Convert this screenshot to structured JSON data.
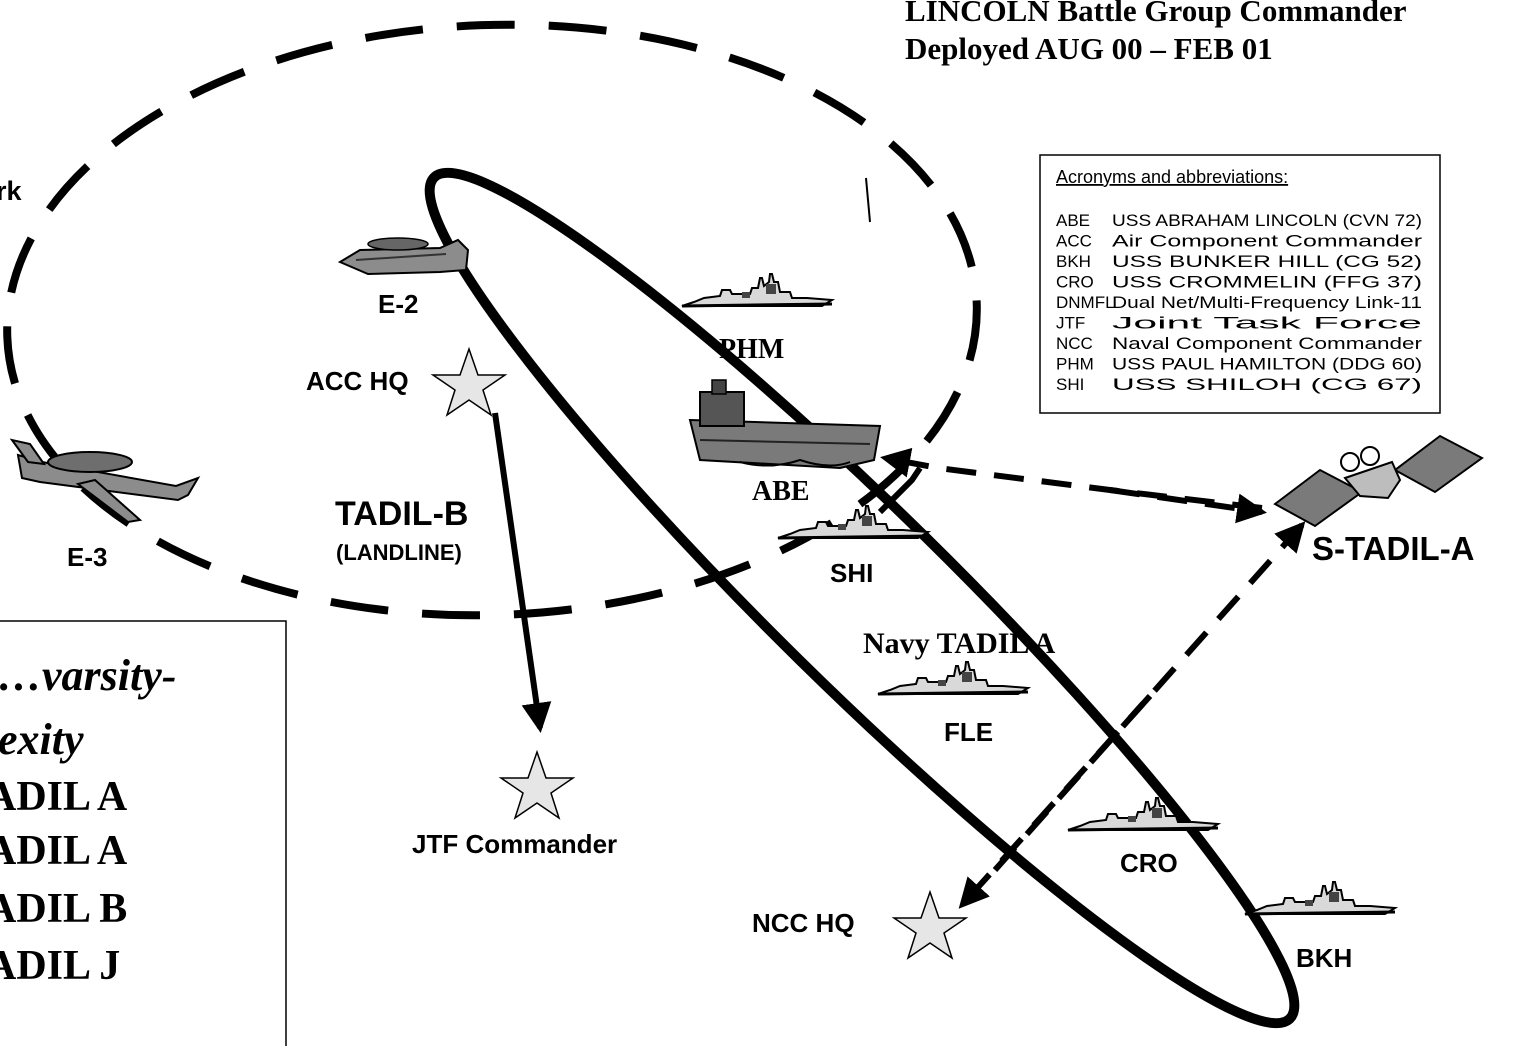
{
  "header": {
    "line1": "LINCOLN Battle Group Commander",
    "line2": "Deployed AUG 00 – FEB 01"
  },
  "partial_label": "rk",
  "platforms": {
    "e2": "E-2",
    "e3": "E-3",
    "phm": "PHM",
    "abe": "ABE",
    "shi": "SHI",
    "fle": "FLE",
    "cro": "CRO",
    "bkh": "BKH"
  },
  "nodes": {
    "acc_hq": "ACC HQ",
    "jtf": "JTF Commander",
    "ncc_hq": "NCC HQ"
  },
  "links": {
    "tadil_b": "TADIL-B",
    "tadil_b_sub": "(LANDLINE)",
    "s_tadil_a": "S-TADIL-A",
    "navy_tadil_a": "Navy TADIL A"
  },
  "acronyms": {
    "title": "Acronyms and abbreviations:",
    "items": [
      {
        "abbr": "ABE",
        "desc": "USS ABRAHAM LINCOLN (CVN 72)"
      },
      {
        "abbr": "ACC",
        "desc": "Air Component Commander"
      },
      {
        "abbr": "BKH",
        "desc": "USS BUNKER HILL (CG 52)"
      },
      {
        "abbr": "CRO",
        "desc": "USS CROMMELIN (FFG 37)"
      },
      {
        "abbr": "DNMFL",
        "desc": "Dual Net/Multi-Frequency Link-11"
      },
      {
        "abbr": "JTF",
        "desc": "Joint Task Force"
      },
      {
        "abbr": "NCC",
        "desc": "Naval Component Commander"
      },
      {
        "abbr": "PHM",
        "desc": "USS PAUL HAMILTON (DDG 60)"
      },
      {
        "abbr": "SHI",
        "desc": "USS SHILOH (CG 67)"
      }
    ]
  },
  "quote_box": {
    "lines": [
      "…varsity-",
      "exity",
      "ADIL A",
      "ADIL A",
      "ADIL B",
      "ADIL J"
    ]
  },
  "colors": {
    "ink": "#000000",
    "node_fill": "#e6e6e6",
    "ship_fill": "#d9d9d9",
    "panel_fill": "#7a7a7a"
  }
}
